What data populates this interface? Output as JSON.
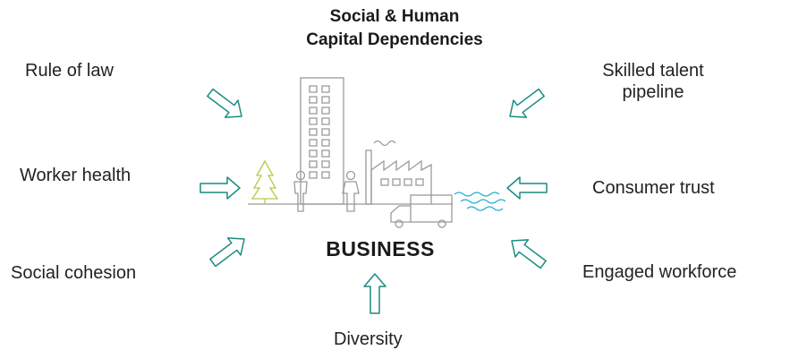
{
  "title": {
    "line1": "Social & Human",
    "line2": "Capital Dependencies"
  },
  "center_label": "BUSINESS",
  "dependencies": {
    "rule_of_law": "Rule of law",
    "worker_health": "Worker health",
    "social_cohesion": "Social cohesion",
    "diversity": "Diversity",
    "skilled_talent_line1": "Skilled talent",
    "skilled_talent_line2": "pipeline",
    "consumer_trust": "Consumer trust",
    "engaged_workforce": "Engaged workforce"
  },
  "colors": {
    "arrow": "#1a8c82",
    "illustration": "#9a9a9a",
    "tree": "#b7c94a",
    "water": "#2ab0d6",
    "text": "#222222"
  }
}
